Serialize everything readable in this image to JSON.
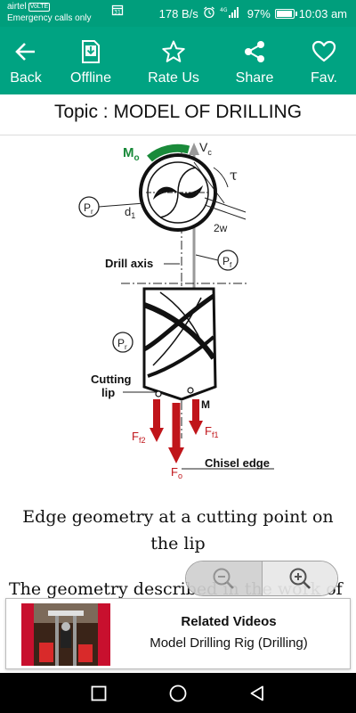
{
  "status_bar": {
    "carrier": "airtel",
    "volte_badge": "VoLTE",
    "carrier_sub": "Emergency calls only",
    "net_speed": "178 B/s",
    "battery_pct": "97%",
    "battery_level": 0.97,
    "time": "10:03 am"
  },
  "toolbar": {
    "back_label": "Back",
    "offline_label": "Offline",
    "rate_label": "Rate Us",
    "share_label": "Share",
    "fav_label": "Fav."
  },
  "topic": {
    "title": "Topic : MODEL OF DRILLING"
  },
  "diagram": {
    "labels": {
      "mo": "M",
      "mo_sub": "o",
      "vc": "V",
      "vc_sub": "c",
      "tau": "τ",
      "pr": "P",
      "pr_sub": "r",
      "pf": "P",
      "pf_sub": "f",
      "d1": "d",
      "d1_sub": "1",
      "two_w": "2w",
      "drill_axis": "Drill axis",
      "cutting_lip_1": "Cutting",
      "cutting_lip_2": "lip",
      "m": "M",
      "ff2": "F",
      "ff2_sub": "f2",
      "ff1": "F",
      "ff1_sub": "f1",
      "fo": "F",
      "fo_sub": "o",
      "chisel_edge": "Chisel edge"
    }
  },
  "article": {
    "caption": "Edge geometry at a cutting point on the lip",
    "paragraph": "The geometry described in the work of"
  },
  "related": {
    "title": "Related Videos",
    "subtitle": "Model Drilling Rig (Drilling)"
  },
  "colors": {
    "toolbar": "#00a382",
    "status_bar": "#009e7c",
    "arrow_red": "#c0151a",
    "moment_green": "#1a8a3a"
  }
}
